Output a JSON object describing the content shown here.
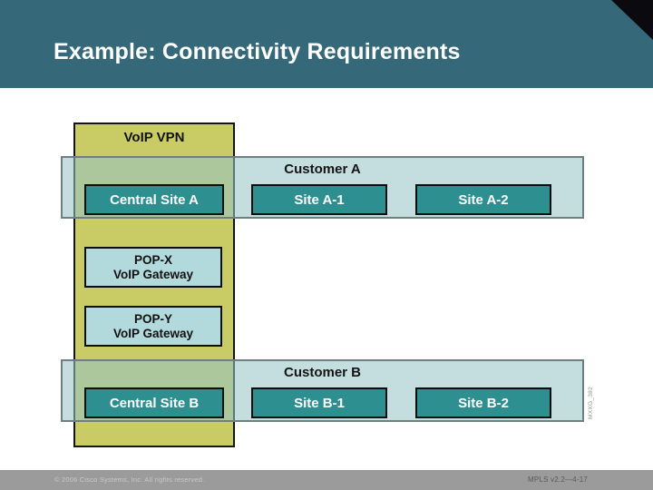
{
  "slide": {
    "title": "Example: Connectivity Requirements",
    "footer": {
      "copyright": "© 2006 Cisco Systems, Inc. All rights reserved.",
      "course_code": "MPLS v2.2—4-17"
    },
    "art_id": "MXXG_382"
  },
  "diagram": {
    "vpn_box": {
      "label": "VoIP VPN"
    },
    "pop_boxes": [
      {
        "line1": "POP-X",
        "line2": "VoIP Gateway"
      },
      {
        "line1": "POP-Y",
        "line2": "VoIP Gateway"
      }
    ],
    "customer_bands": [
      {
        "label": "Customer A",
        "sites": [
          "Central Site A",
          "Site A-1",
          "Site A-2"
        ]
      },
      {
        "label": "Customer B",
        "sites": [
          "Central Site B",
          "Site B-1",
          "Site B-2"
        ]
      }
    ],
    "colors": {
      "header_teal": "#35697A",
      "corner_black": "#0B0B0F",
      "vpn_khaki": "#C9CB65",
      "customer_band_blue": "#C4DEE0",
      "band_over_vpn_sage": "#ACC8A0",
      "site_box_teal": "#2E8F90",
      "pop_box_cyan": "#B2D9DC",
      "footer_gray": "#9B9B9B"
    }
  }
}
